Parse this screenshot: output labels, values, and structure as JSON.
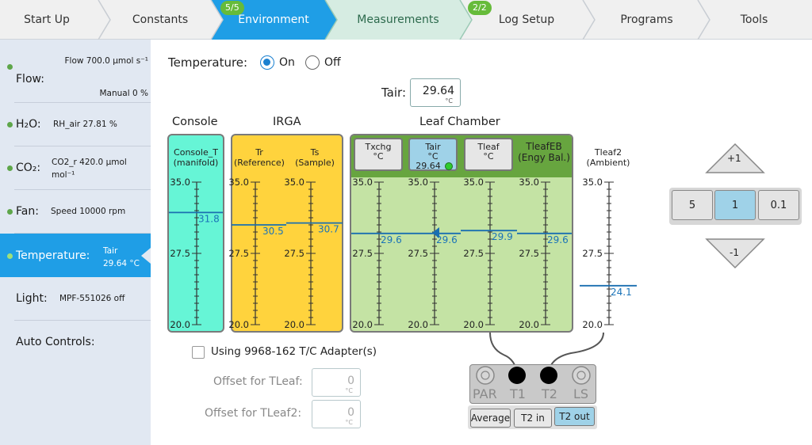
{
  "nav": {
    "tabs": [
      {
        "label": "Start Up"
      },
      {
        "label": "Constants"
      },
      {
        "label": "Environment",
        "badge": "5/5"
      },
      {
        "label": "Measurements"
      },
      {
        "label": "Log Setup",
        "badge": "2/2"
      },
      {
        "label": "Programs"
      },
      {
        "label": "Tools"
      }
    ]
  },
  "sidebar": {
    "flow": {
      "label": "Flow:",
      "line1": "Flow 700.0 µmol s⁻¹",
      "line2": "Manual 0 %"
    },
    "h2o": {
      "label": "H₂O:",
      "value": "RH_air 27.81 %"
    },
    "co2": {
      "label": "CO₂:",
      "line1": "CO2_r 420.0 µmol",
      "line2": "mol⁻¹"
    },
    "fan": {
      "label": "Fan:",
      "value": "Speed 10000 rpm"
    },
    "temperature": {
      "label": "Temperature:",
      "line1": "Tair",
      "line2": "29.64 °C"
    },
    "light": {
      "label": "Light:",
      "value": "MPF-551026 off"
    },
    "auto": {
      "label": "Auto Controls:"
    }
  },
  "temp_control": {
    "label": "Temperature:",
    "on_label": "On",
    "off_label": "Off",
    "target_label": "Tair:",
    "target_value": "29.64",
    "target_unit": "°C"
  },
  "groups": {
    "console": "Console",
    "irga": "IRGA",
    "leaf": "Leaf Chamber"
  },
  "columns": {
    "console_t": {
      "line1": "Console_T",
      "line2": "(manifold)",
      "value": "31.8"
    },
    "tr": {
      "line1": "Tr",
      "line2": "(Reference)",
      "value": "30.5"
    },
    "ts": {
      "line1": "Ts",
      "line2": "(Sample)",
      "value": "30.7"
    },
    "txchg": {
      "line1": "Txchg",
      "line2": "°C",
      "value": "29.6"
    },
    "tair": {
      "line1": "Tair",
      "line2": "°C",
      "reading": "29.64",
      "value": "29.6"
    },
    "tleaf": {
      "line1": "Tleaf",
      "line2": "°C",
      "value": "29.9"
    },
    "tleafeb": {
      "line1": "TleafEB",
      "line2": "(Engy Bal.)",
      "value": "29.6"
    },
    "tleaf2": {
      "line1": "Tleaf2",
      "line2": "(Ambient)",
      "value": "24.1"
    }
  },
  "scale": {
    "max": 35.0,
    "min": 20.0,
    "labels": [
      "35.0",
      "27.5",
      "20.0"
    ]
  },
  "stepper": {
    "up": "+1",
    "down": "-1",
    "options": [
      "5",
      "1",
      "0.1"
    ],
    "selected": "1"
  },
  "adapter": {
    "checkbox_label": "Using 9968-162 T/C Adapter(s)"
  },
  "offsets": {
    "tleaf_label": "Offset for TLeaf:",
    "tleaf_value": "0",
    "tleaf2_label": "Offset for TLeaf2:",
    "tleaf2_value": "0",
    "unit": "°C"
  },
  "connector": {
    "ports": [
      "PAR",
      "T1",
      "T2",
      "LS"
    ],
    "buttons": [
      "Average",
      "T2 in",
      "T2 out"
    ],
    "selected": "T2 out"
  },
  "colors": {
    "accent": "#1f9ee6",
    "console": "#66f5d6",
    "irga": "#ffd33d",
    "leaf": "#c4e3a4",
    "leaf_header": "#67a53f",
    "marker": "#1a6fb0",
    "value_text": "#1a73b8"
  }
}
